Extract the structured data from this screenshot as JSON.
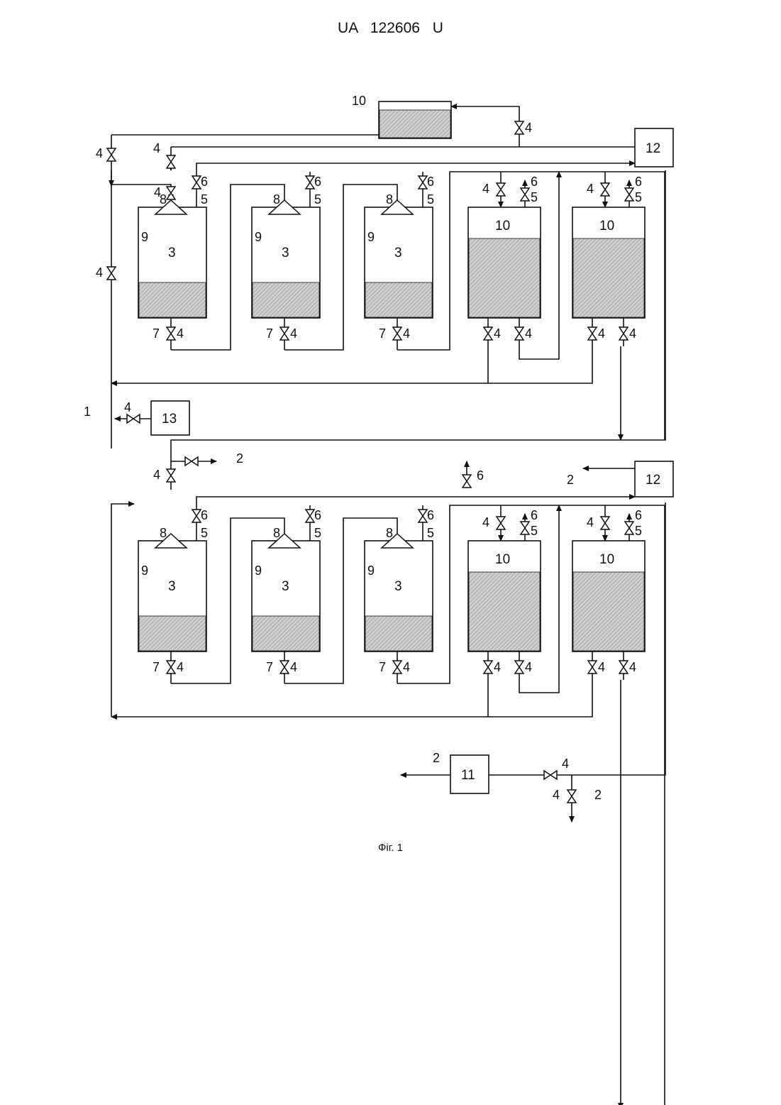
{
  "header": {
    "patent_number": "UA   122606   U"
  },
  "figure": {
    "caption": "Фіг. 1",
    "labels": {
      "reactor": "3",
      "valve": "4",
      "branch5": "5",
      "branch6": "6",
      "branch7": "7",
      "nozzle": "8",
      "spray": "9",
      "storage": "10",
      "filter": "11",
      "compressor": "12",
      "pump": "13",
      "line1": "1",
      "line2": "2"
    }
  }
}
